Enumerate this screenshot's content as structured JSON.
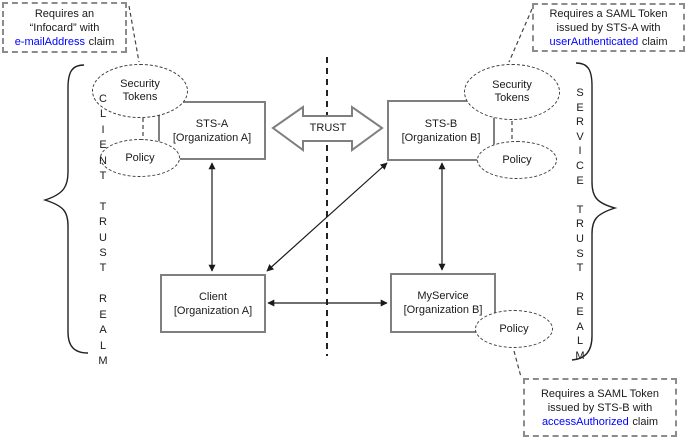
{
  "callouts": {
    "top_left": {
      "line1": "Requires an",
      "line2": "“Infocard” with",
      "claim": "e-mailAddress",
      "suffix": "claim"
    },
    "top_right": {
      "line1": "Requires a SAML Token",
      "line2": "issued by STS-A with",
      "claim": "userAuthenticated",
      "suffix": "claim"
    },
    "bottom_right": {
      "line1": "Requires a SAML Token",
      "line2": "issued by STS-B with",
      "claim": "accessAuthorized",
      "suffix": "claim"
    }
  },
  "nodes": {
    "sts_a": {
      "title": "STS-A",
      "subtitle": "[Organization A]"
    },
    "sts_b": {
      "title": "STS-B",
      "subtitle": "[Organization B]"
    },
    "client": {
      "title": "Client",
      "subtitle": "[Organization A]"
    },
    "myservice": {
      "title": "MyService",
      "subtitle": "[Organization B]"
    }
  },
  "ellipses": {
    "tokens_left": "Security\nTokens",
    "tokens_right": "Security\nTokens",
    "policy_left": "Policy",
    "policy_right": "Policy",
    "policy_bottom": "Policy"
  },
  "trust_arrow_label": "TRUST",
  "realms": {
    "left_words": "CLIENT TRUST REALM",
    "left_stacked": "C\nL\nI\nE\nN\nT\n\nT\nR\nU\nS\nT\n\nR\nE\nA\nL\nM",
    "right_words": "SERVICE TRUST REALM",
    "right_stacked": "S\nE\nR\nV\nI\nC\nE\n\nT\nR\nU\nS\nT\n\nR\nE\nA\nL\nM"
  },
  "colors": {
    "claim_text": "#0000ff",
    "node_border": "#7f7f7f",
    "callout_border": "#8c8c8c",
    "connector": "#1a1a1a"
  }
}
